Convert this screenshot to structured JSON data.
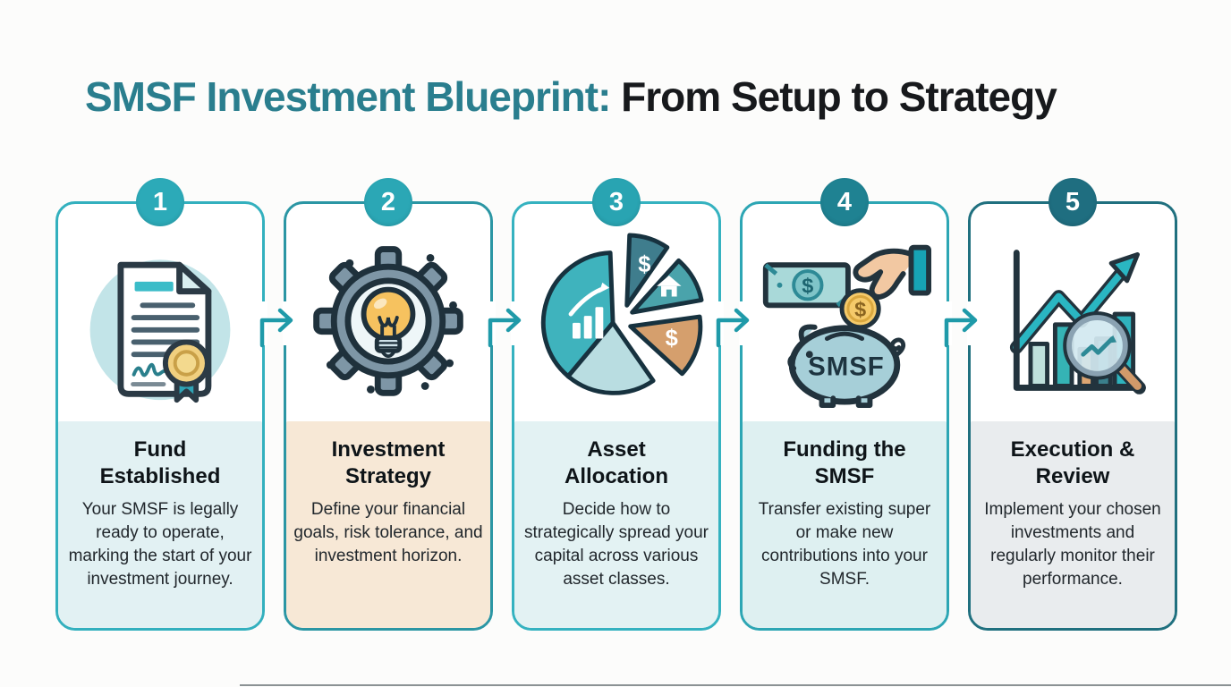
{
  "title": {
    "highlight": "SMSF Investment Blueprint:",
    "rest": " From Setup to Strategy"
  },
  "colors": {
    "title_highlight": "#2a7e8e",
    "title_rest": "#17191c",
    "arrow": "#1f9aa9",
    "background": "#fcfcfb"
  },
  "icons": {
    "dollar": "$"
  },
  "steps": [
    {
      "number": "1",
      "title": "Fund Established",
      "description": "Your SMSF is legally ready to operate, marking the start of your investment journey.",
      "icon": "certificate-seal-icon",
      "colors": {
        "border": "#33b0be",
        "badge": "#2caab8",
        "panel": "#e2f1f3"
      }
    },
    {
      "number": "2",
      "title": "Investment Strategy",
      "description": "Define your financial goals, risk tolerance, and investment horizon.",
      "icon": "gear-lightbulb-icon",
      "colors": {
        "border": "#2b96a4",
        "badge": "#2ba7b5",
        "panel": "#f7e8d6"
      }
    },
    {
      "number": "3",
      "title": "Asset Allocation",
      "description": "Decide how to strategically spread your capital across various asset classes.",
      "icon": "pie-chart-icon",
      "colors": {
        "border": "#35b2c0",
        "badge": "#29a4b2",
        "panel": "#e3f2f3"
      }
    },
    {
      "number": "4",
      "title": "Funding the SMSF",
      "description": "Transfer existing super or make new contributions into your SMSF.",
      "icon": "piggy-bank-icon",
      "icon_label": "SMSF",
      "colors": {
        "border": "#2da6b4",
        "badge": "#1f8292",
        "panel": "#def0f1"
      }
    },
    {
      "number": "5",
      "title": "Execution & Review",
      "description": "Implement your chosen investments and regularly monitor their performance.",
      "icon": "growth-magnifier-icon",
      "colors": {
        "border": "#20707f",
        "badge": "#1f6e80",
        "panel": "#e9ecee"
      }
    }
  ]
}
